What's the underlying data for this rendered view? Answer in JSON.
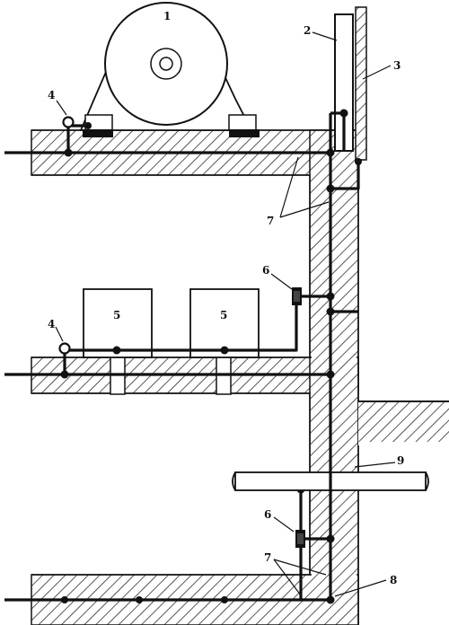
{
  "labels": {
    "l1": "1",
    "l2": "2",
    "l3": "3",
    "l4a": "4",
    "l4b": "4",
    "l5a": "5",
    "l5b": "5",
    "l6a": "6",
    "l6b": "6",
    "l7a": "7",
    "l7b": "7",
    "l8": "8",
    "l9": "9"
  },
  "colors": {
    "ink": "#111111",
    "background": "#ffffff"
  }
}
